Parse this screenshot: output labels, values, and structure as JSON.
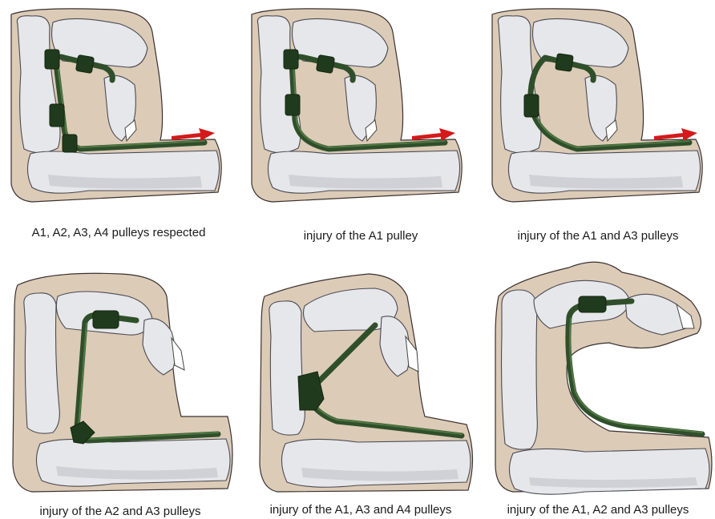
{
  "colors": {
    "skin": "#dccbb6",
    "bone": "#e6e7ea",
    "tendon": "#2f4f2b",
    "pulley": "#203a1d",
    "arrow": "#d41a1a"
  },
  "panels": [
    {
      "caption": "A1, A2, A3, A4 pulleys respected"
    },
    {
      "caption": "injury of the A1 pulley"
    },
    {
      "caption": "injury of the A1 and A3 pulleys"
    },
    {
      "caption": "injury of the A2 and A3 pulleys"
    },
    {
      "caption": "injury of the A1, A3 and A4 pulleys"
    },
    {
      "caption": "injury of the A1, A2 and A3 pulleys"
    }
  ]
}
